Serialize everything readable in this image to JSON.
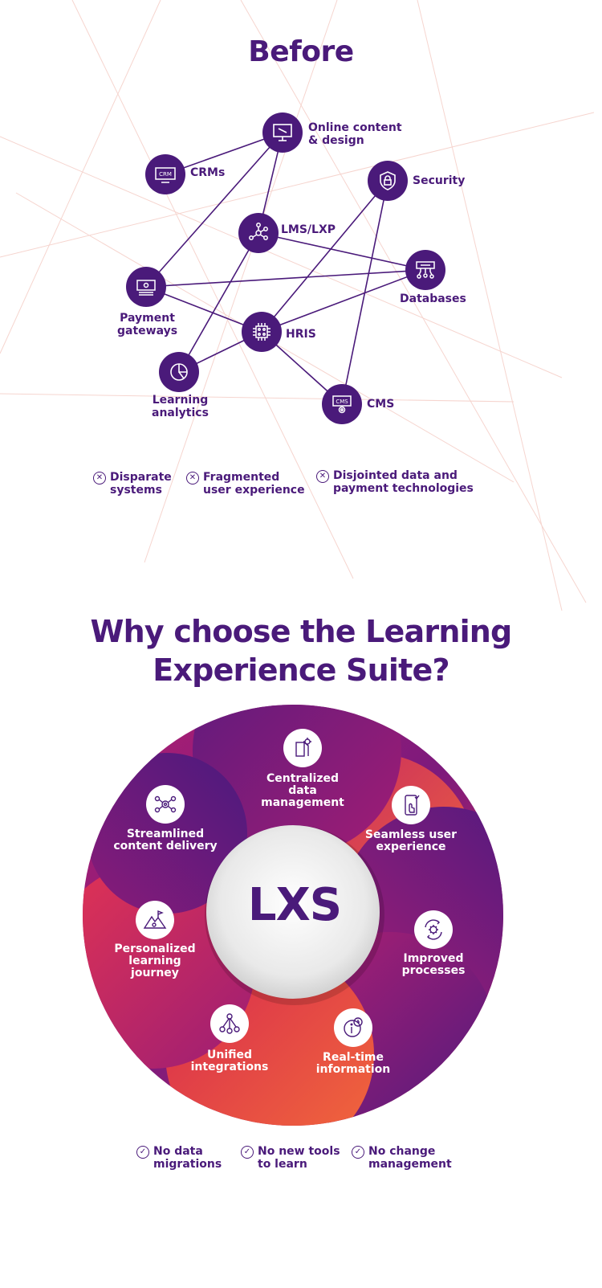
{
  "before": {
    "title": "Before",
    "nodes": [
      {
        "id": "online",
        "label": "Online content\n& design",
        "icon": "monitor-icon"
      },
      {
        "id": "crm",
        "label": "CRMs",
        "icon": "crm-icon"
      },
      {
        "id": "security",
        "label": "Security",
        "icon": "shield-icon"
      },
      {
        "id": "lms",
        "label": "LMS/LXP",
        "icon": "network-icon"
      },
      {
        "id": "databases",
        "label": "Databases",
        "icon": "database-icon"
      },
      {
        "id": "payment",
        "label": "Payment\ngateways",
        "icon": "payment-icon"
      },
      {
        "id": "hris",
        "label": "HRIS",
        "icon": "chip-icon"
      },
      {
        "id": "analytics",
        "label": "Learning\nanalytics",
        "icon": "pie-chart-icon"
      },
      {
        "id": "cms",
        "label": "CMS",
        "icon": "cms-icon"
      }
    ],
    "problems": [
      "Disparate\nsystems",
      "Fragmented\nuser experience",
      "Disjointed data and\npayment technologies"
    ]
  },
  "why": {
    "title": "Why choose the Learning\nExperience Suite?",
    "center": "LXS",
    "segments": [
      {
        "label": "Centralized\ndata\nmanagement",
        "icon": "data-gear-icon"
      },
      {
        "label": "Seamless user\nexperience",
        "icon": "phone-touch-icon"
      },
      {
        "label": "Improved\nprocesses",
        "icon": "process-cycle-icon"
      },
      {
        "label": "Real-time\ninformation",
        "icon": "clock-info-icon"
      },
      {
        "label": "Unified\nintegrations",
        "icon": "hierarchy-icon"
      },
      {
        "label": "Personalized\nlearning\njourney",
        "icon": "mountain-flag-icon"
      },
      {
        "label": "Streamlined\ncontent delivery",
        "icon": "content-hub-icon"
      }
    ],
    "benefits": [
      "No data\nmigrations",
      "No new tools\nto learn",
      "No change\nmanagement"
    ]
  },
  "colors": {
    "purple": "#4a1a7a",
    "magenta": "#8e1a78",
    "red": "#e8304a",
    "orange": "#f26a3a"
  }
}
